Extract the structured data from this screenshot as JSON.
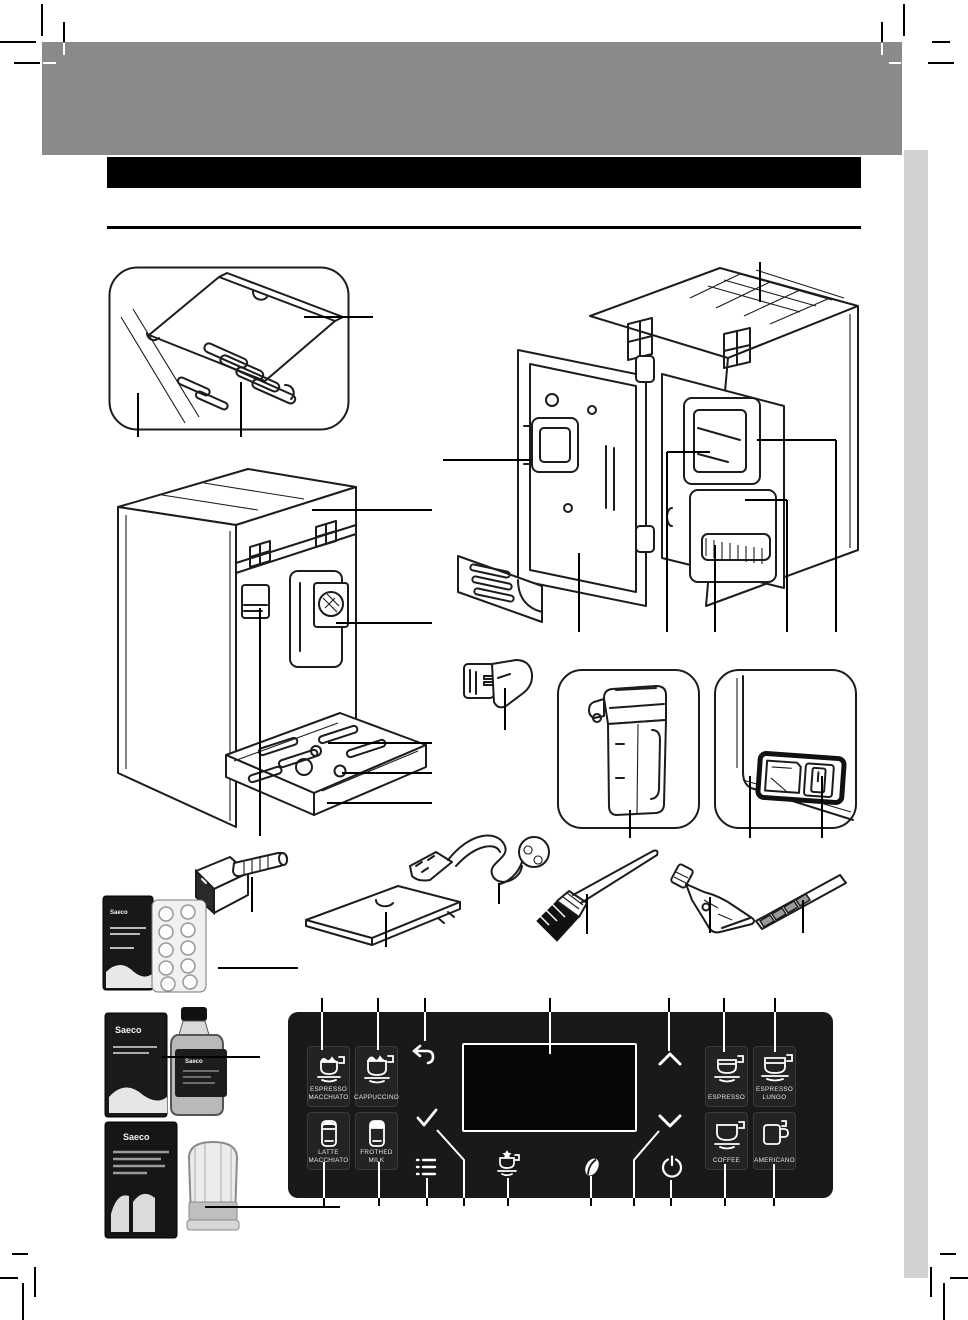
{
  "header": {
    "band_color": "#8a8a8a",
    "title_bar_color": "#000000",
    "side_strip_color": "#d2d2d2"
  },
  "figures": {
    "drip_tray_inset": "drip tray close-up",
    "machine_front": "machine front view",
    "machine_open": "machine with service door open",
    "dispensing_spout_part": "dispensing spout",
    "milk_carafe_inset": "milk carafe",
    "power_socket_inset": "power socket and main switch",
    "measuring_scoop": "measuring scoop",
    "tank_lid": "water tank lid",
    "power_cord": "power cord",
    "cleaning_brush": "cleaning brush",
    "grease_tube": "grease tube",
    "water_test_strip": "water hardness test strip",
    "oil_remover_tablets": "coffee oil remover tablets",
    "descaler": "descaling solution",
    "water_filter": "water filter"
  },
  "products": {
    "tablets": {
      "brand": "Saeco"
    },
    "descaler": {
      "brand": "Saeco",
      "bottle_brand": "Saeco"
    },
    "filter": {
      "brand": "Saeco"
    }
  },
  "control_panel": {
    "bg_color": "#191919",
    "display_value": "",
    "left_buttons": [
      {
        "label": "ESPRESSO\nMACCHIATO",
        "icon": "espresso-macchiato-cup-icon"
      },
      {
        "label": "CAPPUCCINO",
        "icon": "cappuccino-cup-icon"
      },
      {
        "label": "LATTE\nMACCHIATO",
        "icon": "latte-macchiato-glass-icon"
      },
      {
        "label": "FROTHED\nMILK",
        "icon": "frothed-milk-glass-icon"
      }
    ],
    "right_buttons": [
      {
        "label": "ESPRESSO",
        "icon": "espresso-cup-icon"
      },
      {
        "label": "ESPRESSO\nLUNGO",
        "icon": "espresso-lungo-cup-icon"
      },
      {
        "label": "COFFEE",
        "icon": "coffee-cup-icon"
      },
      {
        "label": "AMERICANO",
        "icon": "americano-mug-icon"
      }
    ],
    "function_icons": [
      "back-icon",
      "ok-check-icon",
      "menu-list-icon",
      "special-drink-icon",
      "coffee-bean-icon",
      "up-arrow-icon",
      "down-arrow-icon",
      "standby-power-icon"
    ]
  }
}
